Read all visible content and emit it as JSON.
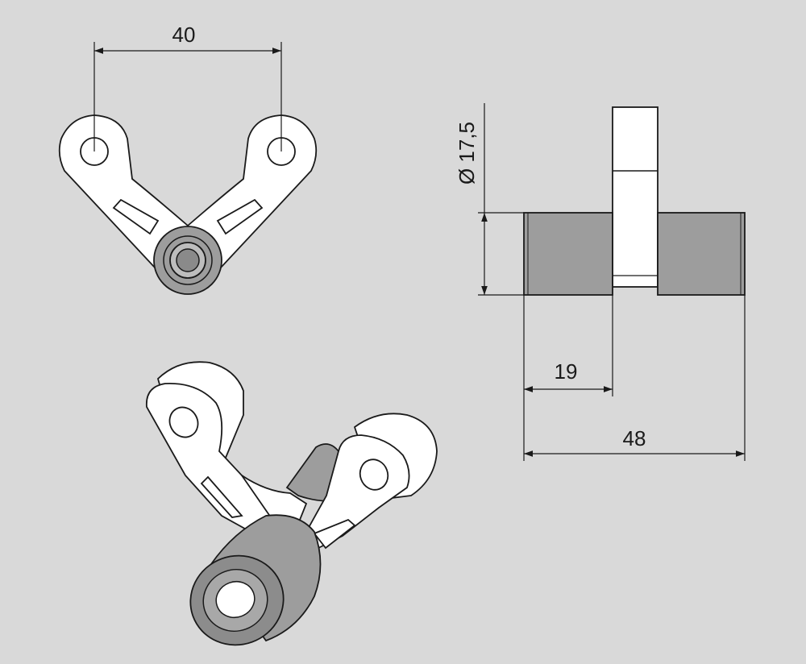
{
  "colors": {
    "background": "#d9d9d9",
    "body": "#ffffff",
    "rubber": "#9d9d9d",
    "rubber_dark": "#7d7d7d",
    "line": "#1a1a1a"
  },
  "dimensions": {
    "hole_spacing": "40",
    "diameter": "Ø 17,5",
    "offset": "19",
    "total_length": "48"
  }
}
